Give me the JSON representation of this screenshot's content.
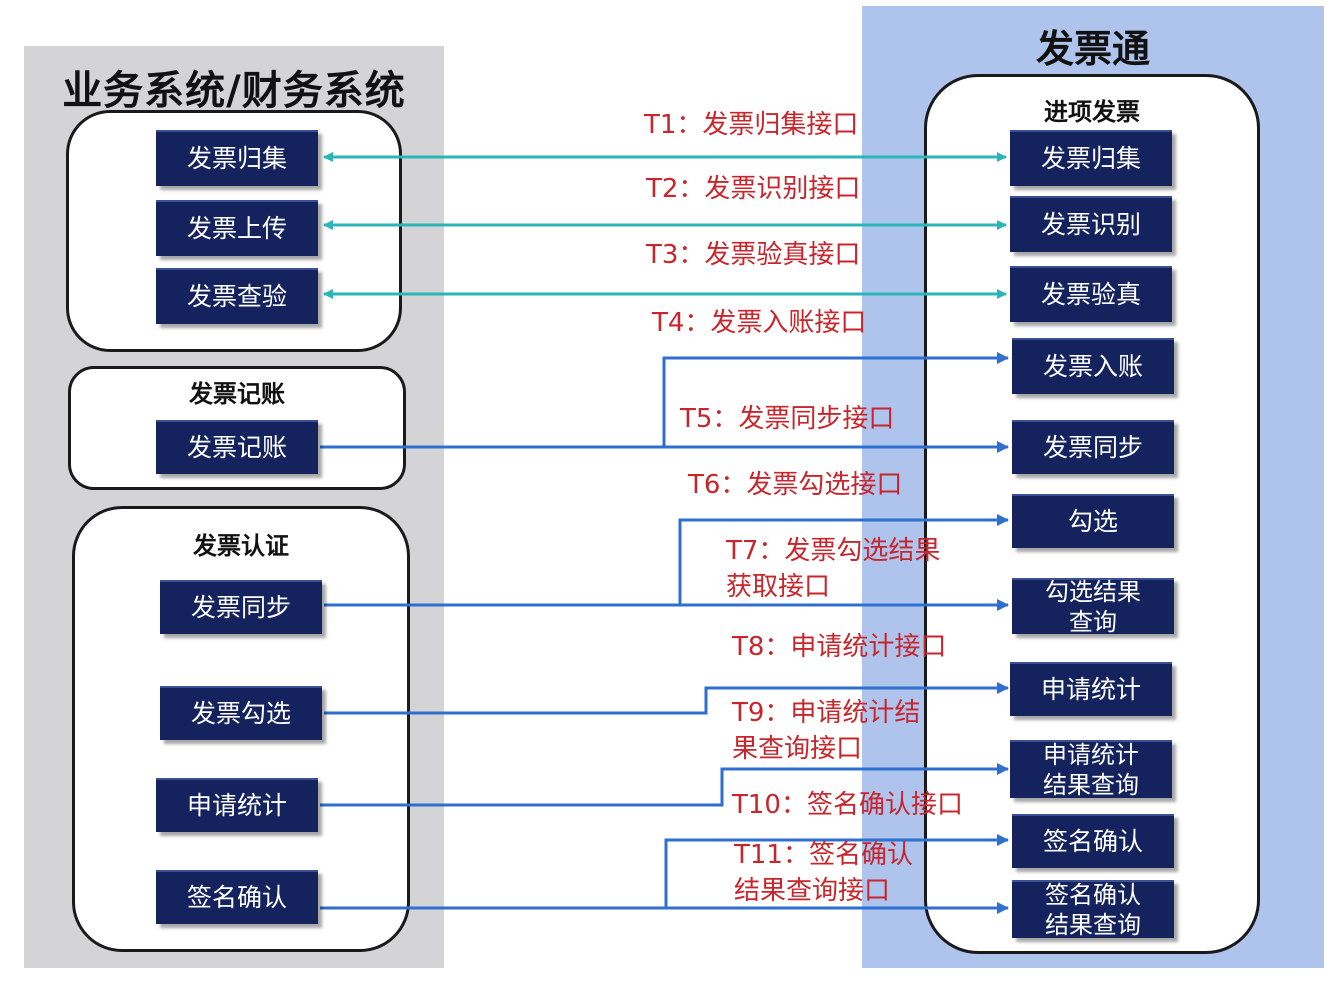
{
  "left_title": "业务系统/财务系统",
  "right_title": "发票通",
  "groups": {
    "invoice_record": "发票记账",
    "invoice_cert": "发票认证",
    "input_invoice": "进项发票"
  },
  "left_boxes": {
    "collect": "发票归集",
    "upload": "发票上传",
    "check": "发票查验",
    "record": "发票记账",
    "sync": "发票同步",
    "select": "发票勾选",
    "stats": "申请统计",
    "sign": "签名确认"
  },
  "right_boxes": {
    "collect": "发票归集",
    "identify": "发票识别",
    "verify": "发票验真",
    "entry": "发票入账",
    "sync": "发票同步",
    "select": "勾选",
    "select_result": "勾选结果\n查询",
    "stats": "申请统计",
    "stats_result": "申请统计\n结果查询",
    "sign": "签名确认",
    "sign_result": "签名确认\n结果查询"
  },
  "interfaces": {
    "t1": "T1：发票归集接口",
    "t2": "T2：发票识别接口",
    "t3": "T3：发票验真接口",
    "t4": "T4：发票入账接口",
    "t5": "T5：发票同步接口",
    "t6": "T6：发票勾选接口",
    "t7a": "T7：发票勾选结果",
    "t7b": "获取接口",
    "t8": "T8：申请统计接口",
    "t9a": "T9：申请统计结",
    "t9b": "果查询接口",
    "t10": "T10：签名确认接口",
    "t11a": "T11：签名确认",
    "t11b": "结果查询接口"
  },
  "colors": {
    "box_fill": "#14235e",
    "interface_text": "#c7262c",
    "bidirectional_line": "#2bb5b8",
    "directional_line": "#2f6fd0",
    "left_panel": "#d4d4d6",
    "right_panel": "#aec4ec"
  }
}
